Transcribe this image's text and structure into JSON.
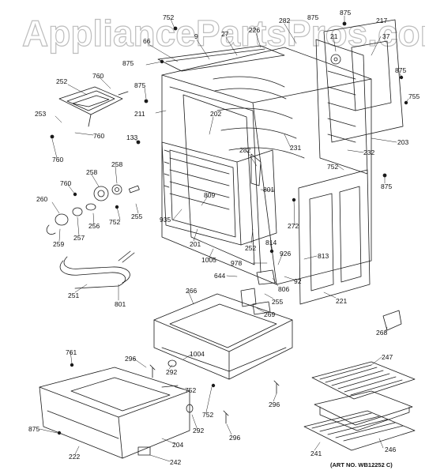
{
  "watermark": "AppliancePartsPros.com",
  "art_number": "(ART NO. WB12252 C)",
  "parts": [
    {
      "id": "p752a",
      "text": "752"
    },
    {
      "id": "p875a",
      "text": "875"
    },
    {
      "id": "p875b",
      "text": "875"
    },
    {
      "id": "p217",
      "text": "217"
    },
    {
      "id": "p66",
      "text": "66"
    },
    {
      "id": "p9",
      "text": "9"
    },
    {
      "id": "p27",
      "text": "27"
    },
    {
      "id": "p226",
      "text": "226"
    },
    {
      "id": "p282a",
      "text": "282"
    },
    {
      "id": "p21",
      "text": "21"
    },
    {
      "id": "p37",
      "text": "37"
    },
    {
      "id": "p875c",
      "text": "875"
    },
    {
      "id": "p875d",
      "text": "875"
    },
    {
      "id": "p252a",
      "text": "252"
    },
    {
      "id": "p760a",
      "text": "760"
    },
    {
      "id": "p875e",
      "text": "875"
    },
    {
      "id": "p755",
      "text": "755"
    },
    {
      "id": "p211",
      "text": "211"
    },
    {
      "id": "p202",
      "text": "202"
    },
    {
      "id": "p253",
      "text": "253"
    },
    {
      "id": "p760b",
      "text": "760"
    },
    {
      "id": "p133",
      "text": "133"
    },
    {
      "id": "p231",
      "text": "231"
    },
    {
      "id": "p203",
      "text": "203"
    },
    {
      "id": "p760c",
      "text": "760"
    },
    {
      "id": "p232",
      "text": "232"
    },
    {
      "id": "p282b",
      "text": "282"
    },
    {
      "id": "p752b",
      "text": "752"
    },
    {
      "id": "p258a",
      "text": "258"
    },
    {
      "id": "p258b",
      "text": "258"
    },
    {
      "id": "p875f",
      "text": "875"
    },
    {
      "id": "p760d",
      "text": "760"
    },
    {
      "id": "p801a",
      "text": "801"
    },
    {
      "id": "p809",
      "text": "809"
    },
    {
      "id": "p260",
      "text": "260"
    },
    {
      "id": "p255a",
      "text": "255"
    },
    {
      "id": "p935",
      "text": "935"
    },
    {
      "id": "p752c",
      "text": "752"
    },
    {
      "id": "p256",
      "text": "256"
    },
    {
      "id": "p257",
      "text": "257"
    },
    {
      "id": "p272",
      "text": "272"
    },
    {
      "id": "p259",
      "text": "259"
    },
    {
      "id": "p201",
      "text": "201"
    },
    {
      "id": "p814",
      "text": "814"
    },
    {
      "id": "p252b",
      "text": "252"
    },
    {
      "id": "p926",
      "text": "926"
    },
    {
      "id": "p813",
      "text": "813"
    },
    {
      "id": "p1005",
      "text": "1005"
    },
    {
      "id": "p978",
      "text": "978"
    },
    {
      "id": "p644",
      "text": "644"
    },
    {
      "id": "p92",
      "text": "92"
    },
    {
      "id": "p806",
      "text": "806"
    },
    {
      "id": "p251",
      "text": "251"
    },
    {
      "id": "p801b",
      "text": "801"
    },
    {
      "id": "p255b",
      "text": "255"
    },
    {
      "id": "p221",
      "text": "221"
    },
    {
      "id": "p266",
      "text": "266"
    },
    {
      "id": "p269",
      "text": "269"
    },
    {
      "id": "p268",
      "text": "268"
    },
    {
      "id": "p761",
      "text": "761"
    },
    {
      "id": "p296a",
      "text": "296"
    },
    {
      "id": "p1004",
      "text": "1004"
    },
    {
      "id": "p292a",
      "text": "292"
    },
    {
      "id": "p247",
      "text": "247"
    },
    {
      "id": "p752d",
      "text": "752"
    },
    {
      "id": "p296b",
      "text": "296"
    },
    {
      "id": "p752e",
      "text": "752"
    },
    {
      "id": "p875g",
      "text": "875"
    },
    {
      "id": "p292b",
      "text": "292"
    },
    {
      "id": "p296c",
      "text": "296"
    },
    {
      "id": "p204",
      "text": "204"
    },
    {
      "id": "p246",
      "text": "246"
    },
    {
      "id": "p222",
      "text": "222"
    },
    {
      "id": "p241",
      "text": "241"
    },
    {
      "id": "p242",
      "text": "242"
    }
  ]
}
